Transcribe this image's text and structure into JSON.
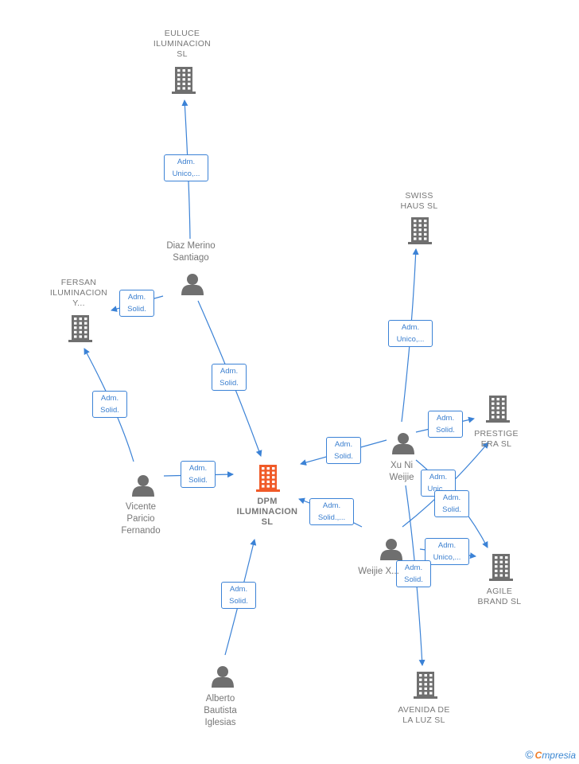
{
  "nodes": {
    "euluce": {
      "label": [
        "EULUCE",
        "ILUMINACION",
        "SL"
      ],
      "kind": "company"
    },
    "swiss": {
      "label": [
        "SWISS",
        "HAUS SL"
      ],
      "kind": "company"
    },
    "fersan": {
      "label": [
        "FERSAN",
        "ILUMINACION",
        "Y..."
      ],
      "kind": "company"
    },
    "prestige": {
      "label": [
        "PRESTIGE",
        "ERA SL"
      ],
      "kind": "company"
    },
    "dpm": {
      "label": [
        "DPM",
        "ILUMINACION",
        "SL"
      ],
      "kind": "company-main"
    },
    "agile": {
      "label": [
        "AGILE",
        "BRAND SL"
      ],
      "kind": "company"
    },
    "avenida": {
      "label": [
        "AVENIDA DE",
        "LA LUZ SL"
      ],
      "kind": "company"
    },
    "diaz": {
      "label": [
        "Diaz Merino",
        "Santiago"
      ],
      "kind": "person"
    },
    "xuni": {
      "label": [
        "Xu Ni",
        "Weijie"
      ],
      "kind": "person"
    },
    "vicente": {
      "label": [
        "Vicente",
        "Paricio",
        "Fernando"
      ],
      "kind": "person"
    },
    "weijiex": {
      "label": [
        "Weijie X..."
      ],
      "kind": "person"
    },
    "alberto": {
      "label": [
        "Alberto",
        "Bautista",
        "Iglesias"
      ],
      "kind": "person"
    }
  },
  "edges": [
    {
      "label": [
        "Adm.",
        "Unico,..."
      ]
    },
    {
      "label": [
        "Adm.",
        "Solid."
      ]
    },
    {
      "label": [
        "Adm.",
        "Solid."
      ]
    },
    {
      "label": [
        "Adm.",
        "Solid."
      ]
    },
    {
      "label": [
        "Adm.",
        "Solid."
      ]
    },
    {
      "label": [
        "Adm.",
        "Unico,..."
      ]
    },
    {
      "label": [
        "Adm.",
        "Solid."
      ]
    },
    {
      "label": [
        "Adm.",
        "Solid."
      ]
    },
    {
      "label": [
        "Adm.",
        "Unic..."
      ]
    },
    {
      "label": [
        "Adm.",
        "Solid."
      ]
    },
    {
      "label": [
        "Adm.",
        "Solid.,..."
      ]
    },
    {
      "label": [
        "Adm.",
        "Unico,..."
      ]
    },
    {
      "label": [
        "Adm.",
        "Solid."
      ]
    },
    {
      "label": [
        "Adm.",
        "Solid."
      ]
    }
  ],
  "colors": {
    "edge": "#3b82d6",
    "node": "#6f6f6f",
    "main_node": "#f05a28"
  },
  "footer": {
    "copyright": "©",
    "brand_initial": "C",
    "brand_rest": "mpresia"
  }
}
